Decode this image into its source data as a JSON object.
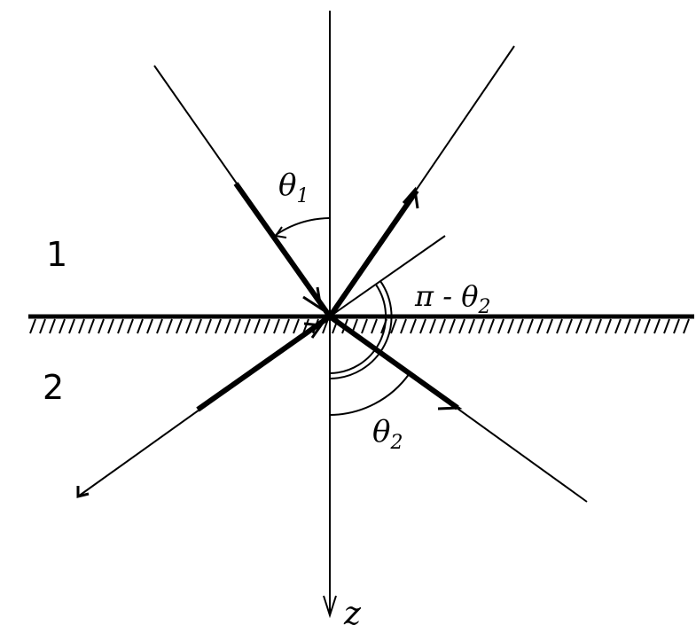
{
  "labels": {
    "medium_1": "1",
    "medium_2": "2",
    "theta_1": "θ",
    "theta_1_sub": "1",
    "theta_2": "θ",
    "theta_2_sub": "2",
    "pi_minus_theta_2": "π - θ",
    "pi_minus_theta_2_sub": "2",
    "z_axis": "z"
  },
  "colors": {
    "ink": "#000000",
    "background": "#ffffff"
  }
}
